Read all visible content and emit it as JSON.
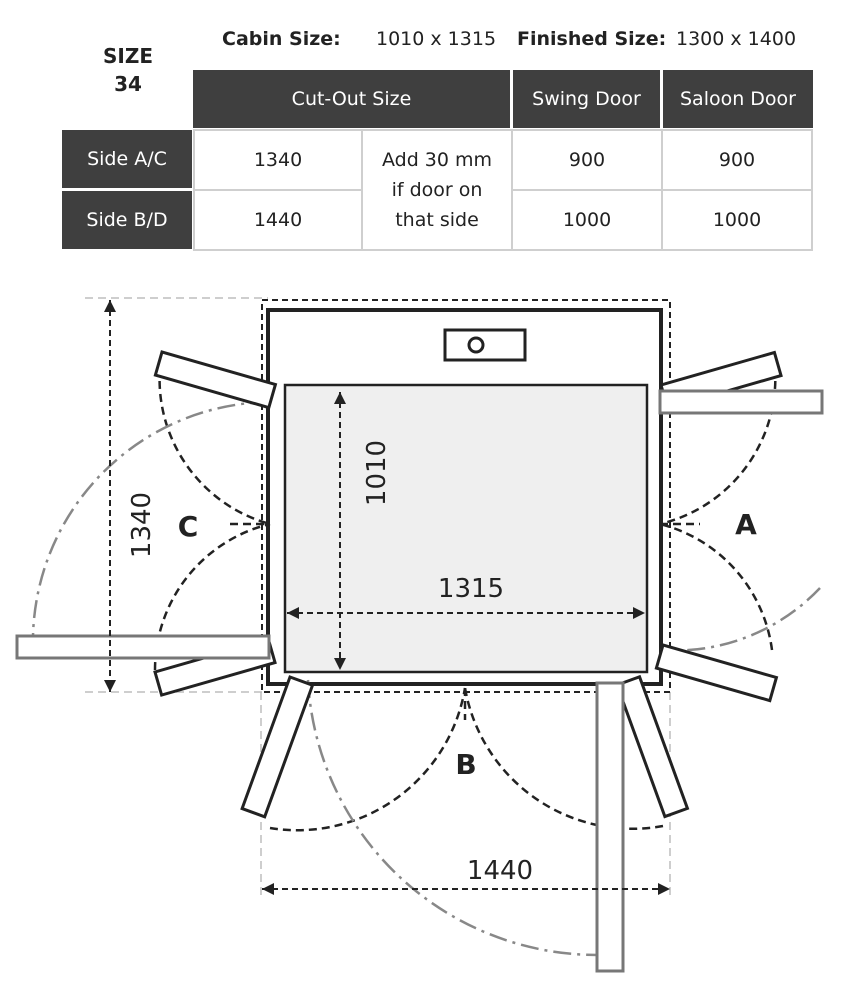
{
  "header": {
    "size_title": "SIZE",
    "size_number": "34",
    "cabin_size_label": "Cabin Size:",
    "cabin_size_value": "1010 x 1315",
    "finished_size_label": "Finished Size:",
    "finished_size_value": "1300 x 1400"
  },
  "table": {
    "columns": [
      "Cut-Out Size",
      "Swing Door",
      "Saloon Door"
    ],
    "rows": [
      {
        "side": "Side A/C",
        "cutout": "1340",
        "swing": "900",
        "saloon": "900"
      },
      {
        "side": "Side B/D",
        "cutout": "1440",
        "swing": "1000",
        "saloon": "1000"
      }
    ],
    "note": "Add 30 mm if door on that side"
  },
  "diagram": {
    "dim_1340": "1340",
    "dim_1010": "1010",
    "dim_1315": "1315",
    "dim_1440": "1440",
    "side_a": "A",
    "side_b": "B",
    "side_c": "C"
  }
}
